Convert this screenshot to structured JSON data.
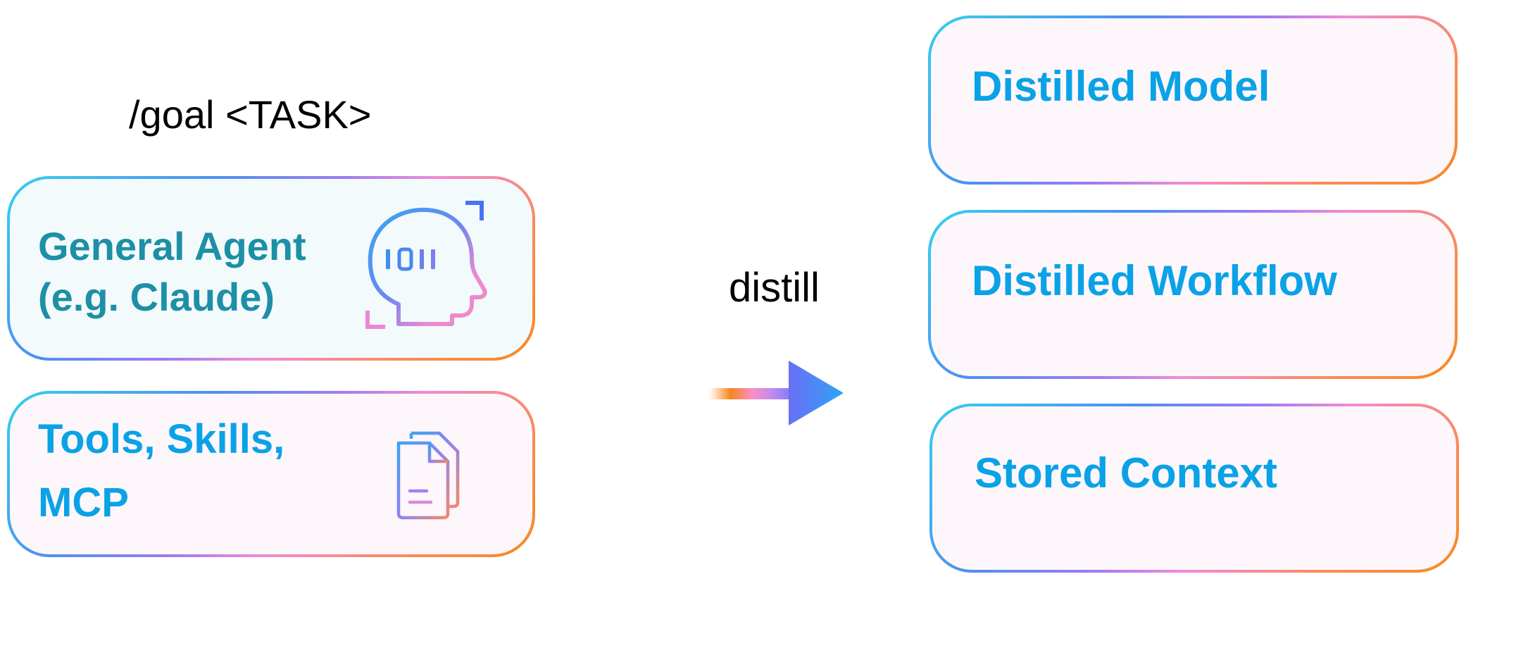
{
  "command": "/goal <TASK>",
  "left": {
    "agent": {
      "line1": "General Agent",
      "line2": "(e.g. Claude)",
      "icon": "ai-head-icon",
      "head_text": "I0II"
    },
    "tools": {
      "line1": "Tools, Skills,",
      "line2": "MCP",
      "icon": "documents-icon"
    }
  },
  "arrow": {
    "label": "distill",
    "icon": "right-arrow-icon"
  },
  "outputs": [
    {
      "label": "Distilled Model"
    },
    {
      "label": "Distilled Workflow"
    },
    {
      "label": "Stored Context"
    }
  ],
  "colors": {
    "gradient_cyan": "#33d1ec",
    "gradient_blue": "#4d8ff3",
    "gradient_pink": "#f08ad8",
    "gradient_orange": "#f68a1f",
    "agent_text": "#1d8fa6",
    "label_text": "#0aa2e6"
  }
}
